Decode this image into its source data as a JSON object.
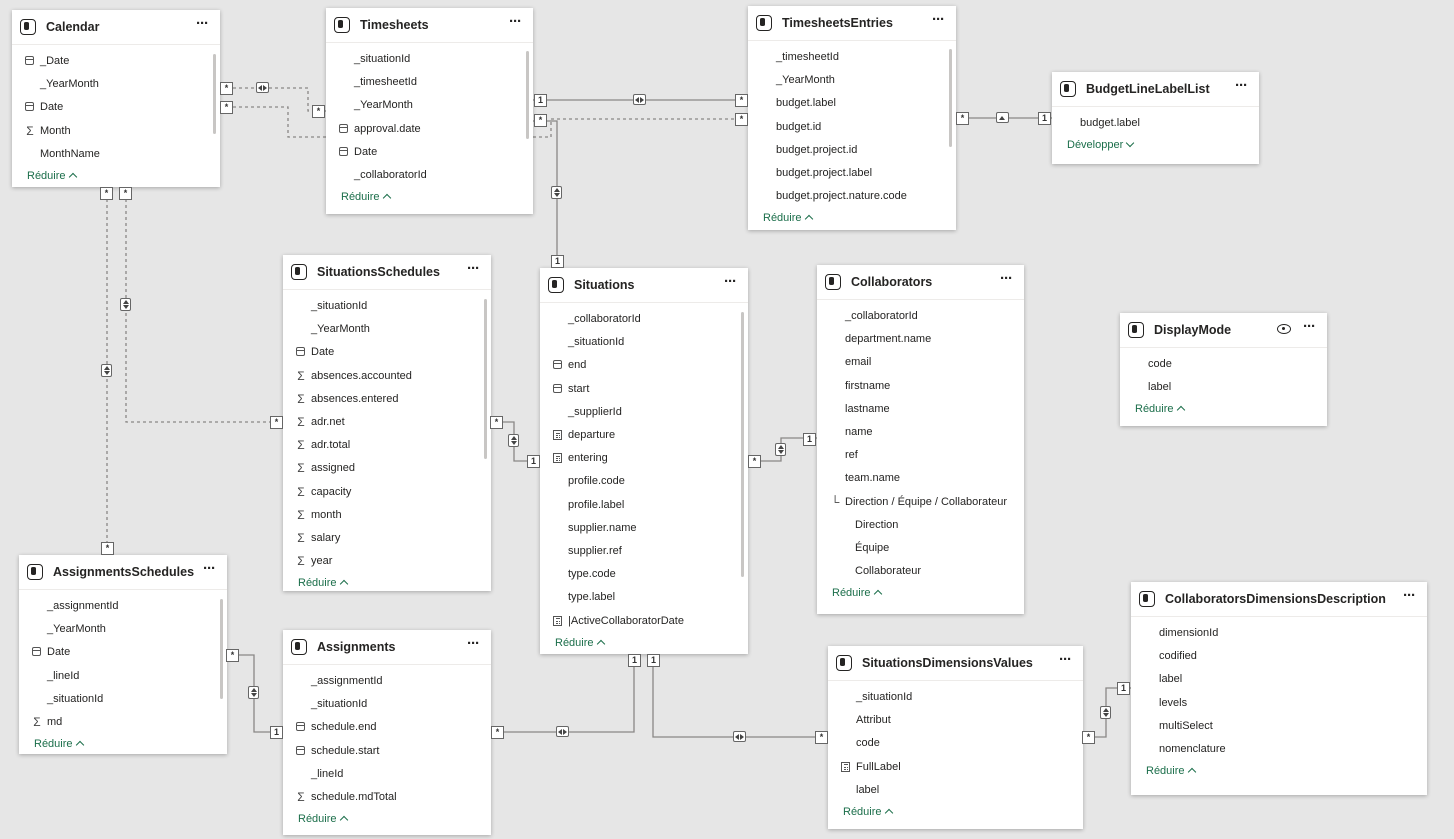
{
  "labels": {
    "collapse": "Réduire",
    "expand": "Développer"
  },
  "tables": {
    "calendar": {
      "title": "Calendar",
      "footer": "Réduire",
      "fields": [
        {
          "icon": "calendar-icon",
          "label": "_Date"
        },
        {
          "icon": "",
          "label": "_YearMonth"
        },
        {
          "icon": "calendar-icon",
          "label": "Date"
        },
        {
          "icon": "sigma-icon",
          "label": "Month"
        },
        {
          "icon": "",
          "label": "MonthName"
        }
      ]
    },
    "timesheets": {
      "title": "Timesheets",
      "footer": "Réduire",
      "fields": [
        {
          "icon": "",
          "label": "_situationId"
        },
        {
          "icon": "",
          "label": "_timesheetId"
        },
        {
          "icon": "",
          "label": "_YearMonth"
        },
        {
          "icon": "calendar-icon",
          "label": "approval.date"
        },
        {
          "icon": "calendar-icon",
          "label": "Date"
        },
        {
          "icon": "",
          "label": "_collaboratorId"
        }
      ]
    },
    "timesheets_entries": {
      "title": "TimesheetsEntries",
      "footer": "Réduire",
      "fields": [
        {
          "icon": "",
          "label": "_timesheetId"
        },
        {
          "icon": "",
          "label": "_YearMonth"
        },
        {
          "icon": "",
          "label": "budget.label"
        },
        {
          "icon": "",
          "label": "budget.id"
        },
        {
          "icon": "",
          "label": "budget.project.id"
        },
        {
          "icon": "",
          "label": "budget.project.label"
        },
        {
          "icon": "",
          "label": "budget.project.nature.code"
        }
      ]
    },
    "budget_line_label_list": {
      "title": "BudgetLineLabelList",
      "footer": "Développer",
      "fields": [
        {
          "icon": "",
          "label": "budget.label"
        }
      ]
    },
    "situations_schedules": {
      "title": "SituationsSchedules",
      "footer": "Réduire",
      "fields": [
        {
          "icon": "",
          "label": "_situationId"
        },
        {
          "icon": "",
          "label": "_YearMonth"
        },
        {
          "icon": "calendar-icon",
          "label": "Date"
        },
        {
          "icon": "sigma-icon",
          "label": "absences.accounted"
        },
        {
          "icon": "sigma-icon",
          "label": "absences.entered"
        },
        {
          "icon": "sigma-icon",
          "label": "adr.net"
        },
        {
          "icon": "sigma-icon",
          "label": "adr.total"
        },
        {
          "icon": "sigma-icon",
          "label": "assigned"
        },
        {
          "icon": "sigma-icon",
          "label": "capacity"
        },
        {
          "icon": "sigma-icon",
          "label": "month"
        },
        {
          "icon": "sigma-icon",
          "label": "salary"
        },
        {
          "icon": "sigma-icon",
          "label": "year"
        }
      ]
    },
    "situations": {
      "title": "Situations",
      "footer": "Réduire",
      "fields": [
        {
          "icon": "",
          "label": "_collaboratorId"
        },
        {
          "icon": "",
          "label": "_situationId"
        },
        {
          "icon": "calendar-icon",
          "label": "end"
        },
        {
          "icon": "calendar-icon",
          "label": "start"
        },
        {
          "icon": "",
          "label": "_supplierId"
        },
        {
          "icon": "calc-column-icon",
          "label": "departure"
        },
        {
          "icon": "calc-column-icon",
          "label": "entering"
        },
        {
          "icon": "",
          "label": "profile.code"
        },
        {
          "icon": "",
          "label": "profile.label"
        },
        {
          "icon": "",
          "label": "supplier.name"
        },
        {
          "icon": "",
          "label": "supplier.ref"
        },
        {
          "icon": "",
          "label": "type.code"
        },
        {
          "icon": "",
          "label": "type.label"
        },
        {
          "icon": "measure-icon",
          "label": "|ActiveCollaboratorDate"
        }
      ]
    },
    "collaborators": {
      "title": "Collaborators",
      "footer": "Réduire",
      "fields": [
        {
          "icon": "",
          "label": "_collaboratorId"
        },
        {
          "icon": "",
          "label": "department.name"
        },
        {
          "icon": "",
          "label": "email"
        },
        {
          "icon": "",
          "label": "firstname"
        },
        {
          "icon": "",
          "label": "lastname"
        },
        {
          "icon": "",
          "label": "name"
        },
        {
          "icon": "",
          "label": "ref"
        },
        {
          "icon": "",
          "label": "team.name"
        },
        {
          "icon": "hierarchy-icon",
          "label": "Direction / Équipe / Collaborateur"
        },
        {
          "icon": "",
          "label": "Direction",
          "indent": true
        },
        {
          "icon": "",
          "label": "Équipe",
          "indent": true
        },
        {
          "icon": "",
          "label": "Collaborateur",
          "indent": true
        }
      ]
    },
    "display_mode": {
      "title": "DisplayMode",
      "footer": "Réduire",
      "fields": [
        {
          "icon": "",
          "label": "code"
        },
        {
          "icon": "",
          "label": "label"
        }
      ]
    },
    "assignments_schedules": {
      "title": "AssignmentsSchedules",
      "footer": "Réduire",
      "fields": [
        {
          "icon": "",
          "label": "_assignmentId"
        },
        {
          "icon": "",
          "label": "_YearMonth"
        },
        {
          "icon": "calendar-icon",
          "label": "Date"
        },
        {
          "icon": "",
          "label": "_lineId"
        },
        {
          "icon": "",
          "label": "_situationId"
        },
        {
          "icon": "sigma-icon",
          "label": "md"
        }
      ]
    },
    "assignments": {
      "title": "Assignments",
      "footer": "Réduire",
      "fields": [
        {
          "icon": "",
          "label": "_assignmentId"
        },
        {
          "icon": "",
          "label": "_situationId"
        },
        {
          "icon": "calendar-icon",
          "label": "schedule.end"
        },
        {
          "icon": "calendar-icon",
          "label": "schedule.start"
        },
        {
          "icon": "",
          "label": "_lineId"
        },
        {
          "icon": "sigma-icon",
          "label": "schedule.mdTotal"
        }
      ]
    },
    "situations_dimensions_values": {
      "title": "SituationsDimensionsValues",
      "footer": "Réduire",
      "fields": [
        {
          "icon": "",
          "label": "_situationId"
        },
        {
          "icon": "",
          "label": "Attribut"
        },
        {
          "icon": "",
          "label": "code"
        },
        {
          "icon": "calc-column-icon",
          "label": "FullLabel"
        },
        {
          "icon": "",
          "label": "label"
        }
      ]
    },
    "collaborators_dimensions_description": {
      "title": "CollaboratorsDimensionsDescription",
      "footer": "Réduire",
      "fields": [
        {
          "icon": "",
          "label": "dimensionId"
        },
        {
          "icon": "",
          "label": "codified"
        },
        {
          "icon": "",
          "label": "label"
        },
        {
          "icon": "",
          "label": "levels"
        },
        {
          "icon": "",
          "label": "multiSelect"
        },
        {
          "icon": "",
          "label": "nomenclature"
        }
      ]
    }
  },
  "relationships": [
    {
      "from": "Calendar",
      "to": "Timesheets",
      "from_card": "*",
      "to_card": "*",
      "direction": "both",
      "active": false
    },
    {
      "from": "Calendar",
      "to": "TimesheetsEntries",
      "from_card": "*",
      "to_card": "*",
      "direction": "single",
      "active": false
    },
    {
      "from": "Timesheets",
      "to": "TimesheetsEntries",
      "from_card": "1",
      "to_card": "*",
      "direction": "both",
      "active": true
    },
    {
      "from": "TimesheetsEntries",
      "to": "BudgetLineLabelList",
      "from_card": "*",
      "to_card": "1",
      "direction": "single",
      "active": true
    },
    {
      "from": "Timesheets",
      "to": "Situations",
      "from_card": "*",
      "to_card": "1",
      "direction": "both",
      "active": true
    },
    {
      "from": "Calendar",
      "to": "SituationsSchedules",
      "from_card": "*",
      "to_card": "*",
      "direction": "both",
      "active": false
    },
    {
      "from": "Calendar",
      "to": "AssignmentsSchedules",
      "from_card": "*",
      "to_card": "*",
      "direction": "both",
      "active": false
    },
    {
      "from": "SituationsSchedules",
      "to": "Situations",
      "from_card": "*",
      "to_card": "1",
      "direction": "both",
      "active": true
    },
    {
      "from": "Situations",
      "to": "Collaborators",
      "from_card": "*",
      "to_card": "1",
      "direction": "both",
      "active": true
    },
    {
      "from": "AssignmentsSchedules",
      "to": "Assignments",
      "from_card": "*",
      "to_card": "1",
      "direction": "both",
      "active": true
    },
    {
      "from": "Assignments",
      "to": "Situations",
      "from_card": "*",
      "to_card": "1",
      "direction": "both",
      "active": true
    },
    {
      "from": "Situations",
      "to": "SituationsDimensionsValues",
      "from_card": "1",
      "to_card": "*",
      "direction": "both",
      "active": true
    },
    {
      "from": "SituationsDimensionsValues",
      "to": "CollaboratorsDimensionsDescription",
      "from_card": "*",
      "to_card": "1",
      "direction": "both",
      "active": true
    }
  ]
}
